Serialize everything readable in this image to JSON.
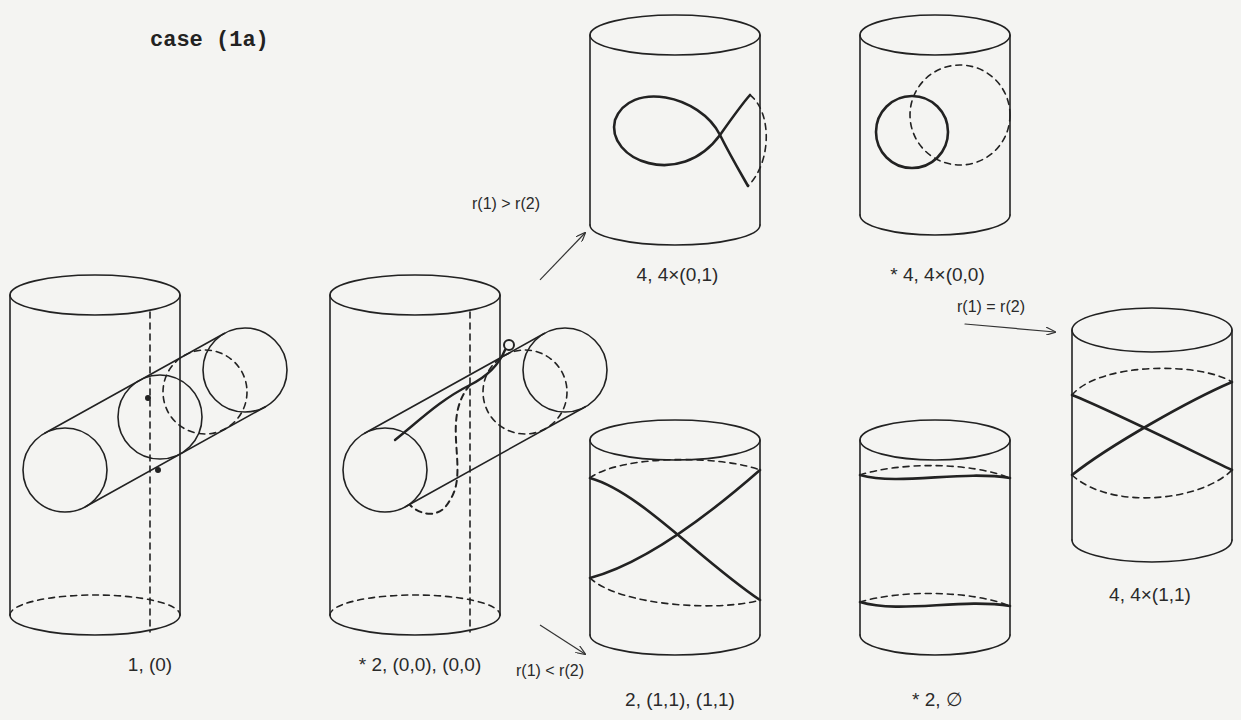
{
  "diagram": {
    "title": "case (1a)",
    "nodes": [
      {
        "text": [
          "1, (0)"
        ]
      },
      {
        "text": [
          "* 2, (0,0), (0,0)"
        ]
      },
      {
        "text": [
          "4, 4×(0,1)"
        ]
      },
      {
        "text": [
          "* 4, 4×(0,0)"
        ]
      },
      {
        "text": [
          "2, (1,1), (1,1)"
        ]
      },
      {
        "text": [
          "* 2, ∅"
        ]
      },
      {
        "text": [
          "4, 4×(1,1)"
        ]
      }
    ],
    "edges": [
      {
        "from": 1,
        "to": 2,
        "arrow": "to",
        "label": "r(1) > r(2)"
      },
      {
        "from": 1,
        "to": 4,
        "arrow": "to",
        "label": "r(1) < r(2)"
      }
    ],
    "labels": [
      "r(1) = r(2)"
    ]
  }
}
